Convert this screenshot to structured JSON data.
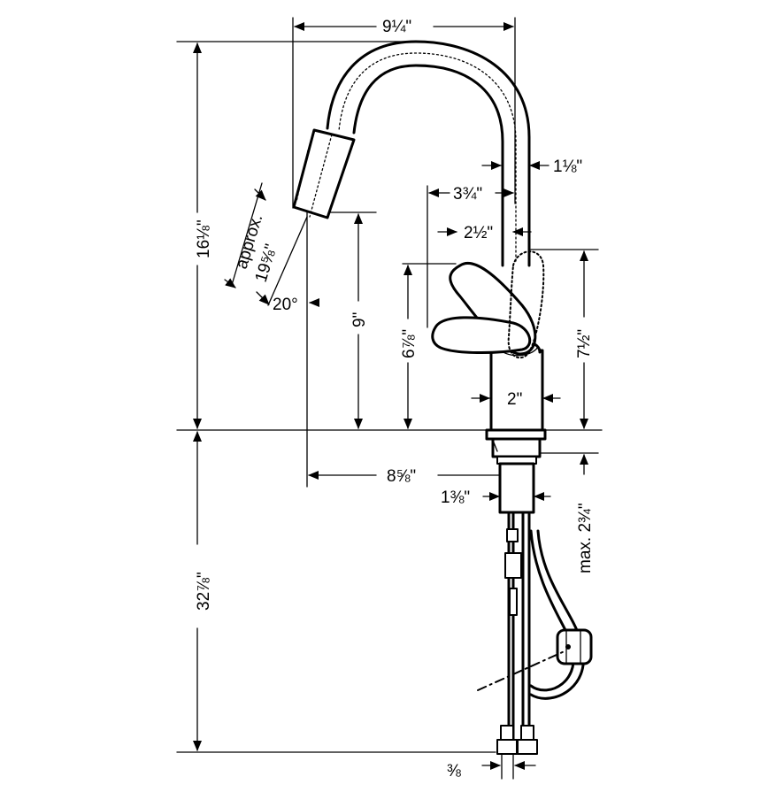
{
  "dimensions": {
    "spout_reach_top": "9¼\"",
    "spout_diameter": "1⅛\"",
    "lever_reach": "3¾\"",
    "lever_offset": "2½\"",
    "overall_height": "16⅛\"",
    "approx_label": "approx.",
    "spray_length": "19⅝\"",
    "spray_angle": "20°",
    "spout_clearance": "9\"",
    "lever_height": "6⅞\"",
    "body_height": "7½\"",
    "body_diameter": "2\"",
    "spout_reach": "8⅝\"",
    "shank_diameter": "1⅜\"",
    "max_deck_label": "max. 2¾\"",
    "hose_length": "32⅞\"",
    "connection_size": "⅜"
  },
  "colors": {
    "line": "#000000",
    "background": "#ffffff"
  }
}
